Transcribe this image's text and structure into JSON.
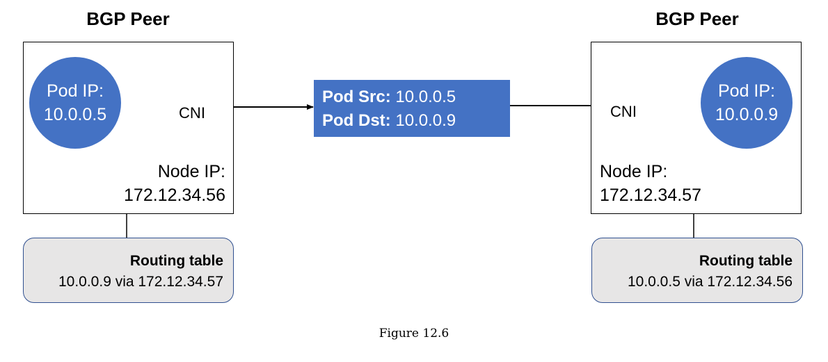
{
  "left_peer": {
    "title": "BGP Peer",
    "pod_label": "Pod IP:",
    "pod_ip": "10.0.0.5",
    "cni": "CNI",
    "node_label": "Node IP:",
    "node_ip": "172.12.34.56",
    "routing_title": "Routing table",
    "routing_entry": "10.0.0.9 via 172.12.34.57"
  },
  "packet": {
    "src_label": "Pod Src:",
    "src_value": "10.0.0.5",
    "dst_label": "Pod Dst:",
    "dst_value": "10.0.0.9"
  },
  "right_peer": {
    "title": "BGP Peer",
    "pod_label": "Pod IP:",
    "pod_ip": "10.0.0.9",
    "cni": "CNI",
    "node_label": "Node IP:",
    "node_ip": "172.12.34.57",
    "routing_title": "Routing table",
    "routing_entry": "10.0.0.5 via 172.12.34.56"
  },
  "caption": "Figure 12.6",
  "colors": {
    "pod_fill": "#4472c4",
    "cni_fill": "#f4b6b6",
    "packet_fill": "#4472c4",
    "routing_fill": "#e7e6e6"
  }
}
